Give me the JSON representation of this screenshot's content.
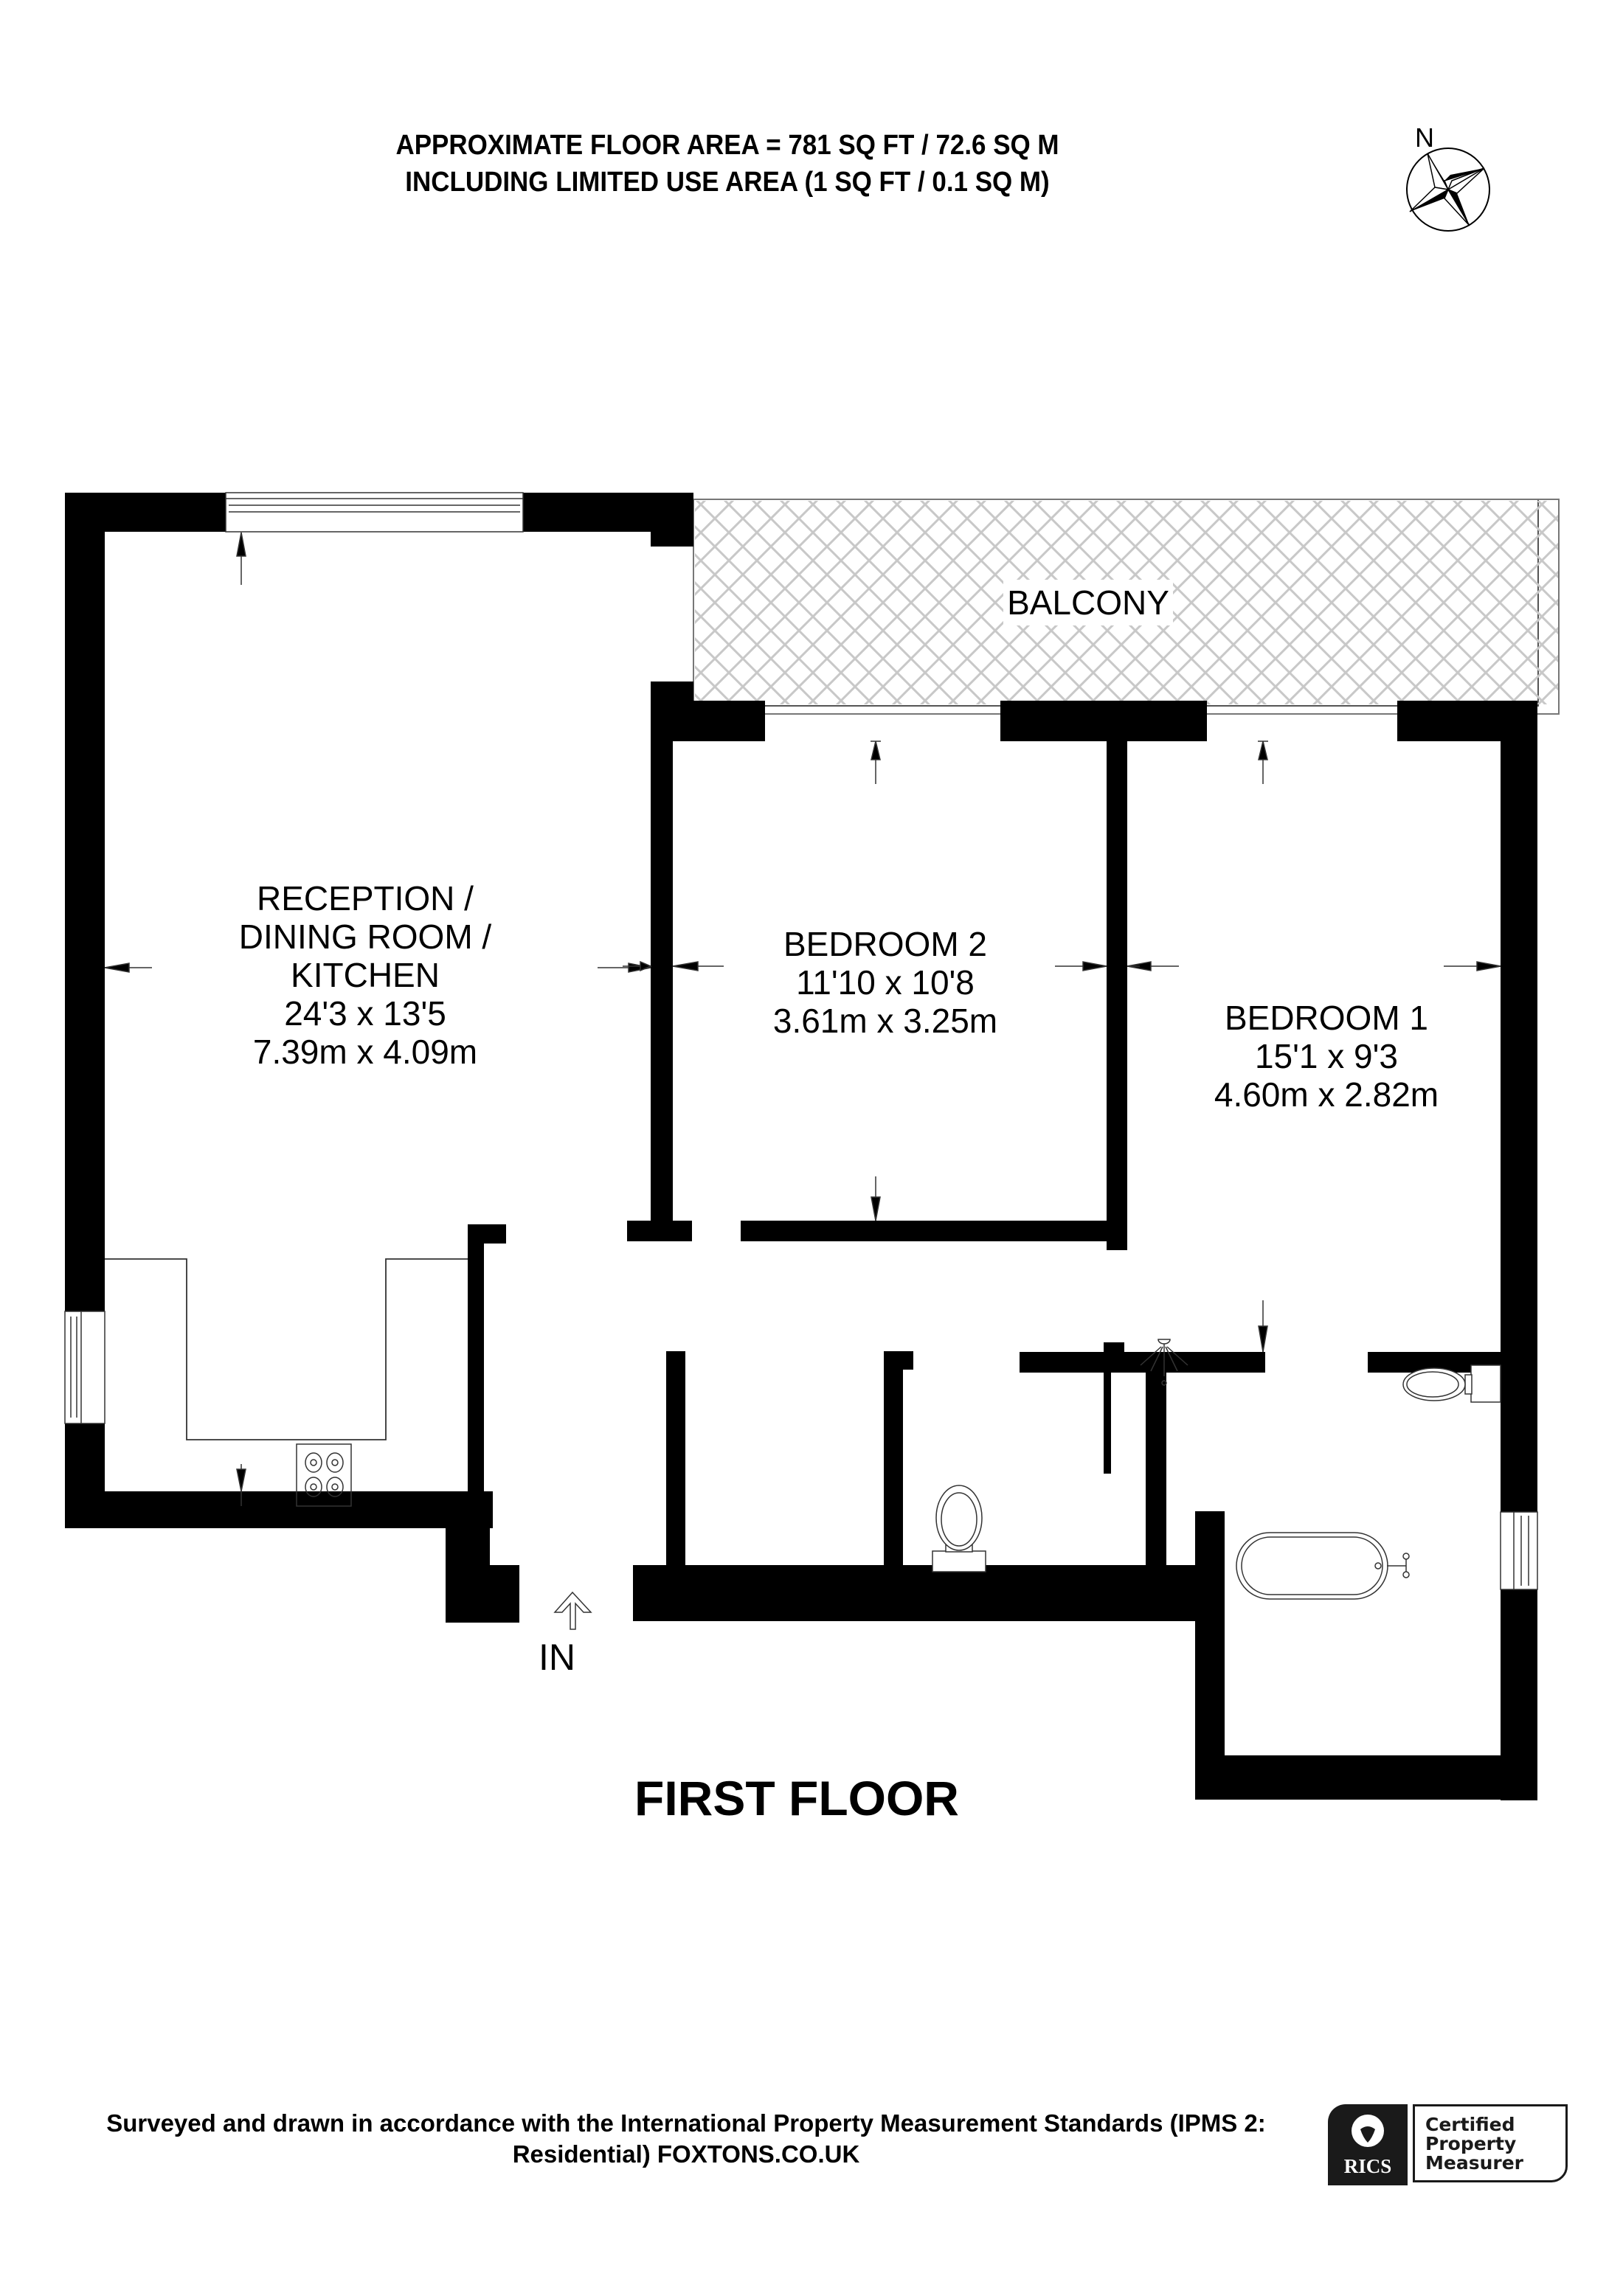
{
  "header": {
    "line1": "APPROXIMATE FLOOR AREA = 781 SQ FT / 72.6 SQ M",
    "line2": "INCLUDING LIMITED USE AREA (1 SQ FT / 0.1 SQ M)"
  },
  "compass": {
    "label": "N",
    "icon": "compass-rose-icon"
  },
  "rooms": [
    {
      "id": "reception",
      "name_lines": [
        "RECEPTION  /",
        "DINING ROOM /",
        "KITCHEN"
      ],
      "imperial": "24'3 x 13'5",
      "metric": "7.39m x 4.09m"
    },
    {
      "id": "bedroom2",
      "name_lines": [
        "BEDROOM 2"
      ],
      "imperial": "11'10 x 10'8",
      "metric": "3.61m x 3.25m"
    },
    {
      "id": "bedroom1",
      "name_lines": [
        "BEDROOM 1"
      ],
      "imperial": "15'1 x 9'3",
      "metric": "4.60m x 2.82m"
    }
  ],
  "balcony": {
    "label": "BALCONY",
    "hatch_color": "#c8c8c8"
  },
  "entrance": {
    "label": "IN"
  },
  "floor_title": "FIRST FLOOR",
  "footer": {
    "line1": "Surveyed and drawn in accordance with the International Property Measurement Standards (IPMS 2:",
    "line2": "Residential) FOXTONS.CO.UK"
  },
  "badge": {
    "brand": "RICS",
    "lines": [
      "Certified",
      "Property",
      "Measurer"
    ]
  },
  "colors": {
    "wall": "#000000",
    "background": "#ffffff",
    "fixture_line": "#333333"
  }
}
